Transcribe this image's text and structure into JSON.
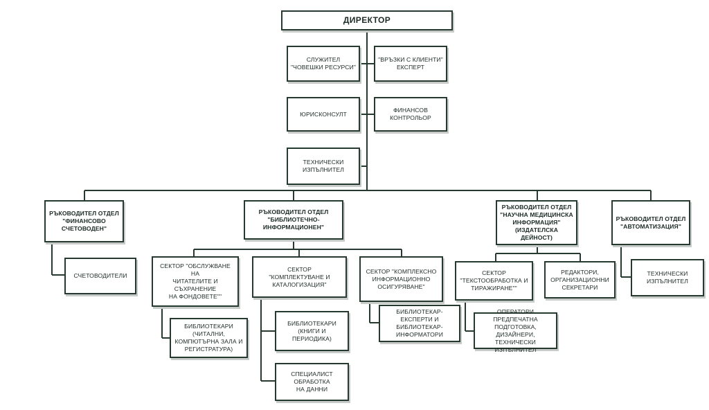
{
  "director": "ДИРЕКТОР",
  "staff": {
    "hr_officer": "СЛУЖИТЕЛ\n\"ЧОВЕШКИ РЕСУРСИ\"",
    "client_relations": "\"ВРЪЗКИ С КЛИЕНТИ\"\nЕКСПЕРТ",
    "legal_counsel": "ЮРИСКОНСУЛТ",
    "financial_controller": "ФИНАНСОВ КОНТРОЛЬОР",
    "technical_executor": "ТЕХНИЧЕСКИ\nИЗПЪЛНИТЕЛ"
  },
  "departments": {
    "finance": {
      "head": "РЪКОВОДИТЕЛ  ОТДЕЛ\n\"ФИНАНСОВО\nСЧЕТОВОДЕН\"",
      "accountants": "СЧЕТОВОДИТЕЛИ"
    },
    "library": {
      "head": "РЪКОВОДИТЕЛ ОТДЕЛ\n\"БИБЛИОТЕЧНО-\nИНФОРМАЦИОНЕН\"",
      "sector_service": "СЕКТОР \"ОБСЛУЖВАНЕ НА\nЧИТАТЕЛИТЕ И СЪХРАНЕНИЕ\nНА ФОНДОВЕТЕ\"\"",
      "librarians_reading": "БИБЛИОТЕКАРИ\n(ЧИТАЛНИ,\nКОМПЮТЪРНА ЗАЛА И\nРЕГИСТРАТУРА)",
      "sector_acquisition": "СЕКТОР\n\"КОМПЛЕКТУВАНЕ И\nКАТАЛОГИЗАЦИЯ\"",
      "librarians_books": "БИБЛИОТЕКАРИ (КНИГИ И\nПЕРИОДИКА)",
      "data_specialist": "СПЕЦИАЛИСТ ОБРАБОТКА\nНА ДАННИ",
      "sector_info": "СЕКТОР \"КОМПЛЕКСНО\nИНФОРМАЦИОННО\nОСИГУРЯВАНЕ\"",
      "info_librarians": "БИБЛИОТЕКАР-ЕКСПЕРТИ И\nБИБЛИОТЕКАР-\nИНФОРМАТОРИ"
    },
    "publishing": {
      "head": "РЪКОВОДИТЕЛ ОТДЕЛ\n\"НАУЧНА МЕДИЦИНСКА\nИНФОРМАЦИЯ\"\n(ИЗДАТЕЛСКА ДЕЙНОСТ)",
      "sector_text": "СЕКТОР\n\"ТЕКСТООБРАБОТКА И\nТИРАЖИРАНЕ\"\"",
      "prepress_operators": "ОПЕРАТОРИ ПРЕДПЕЧАТНА\nПОДГОТОВКА, ДИЗАЙНЕРИ,\nТЕХНИЧЕСКИ ИЗПЪЛНИТЕЛ",
      "editors": "РЕДАКТОРИ,\nОРГАНИЗАЦИОННИ\nСЕКРЕТАРИ"
    },
    "automation": {
      "head": "РЪКОВОДИТЕЛ ОТДЕЛ\n\"АВТОМАТИЗАЦИЯ\"",
      "technical_executors": "ТЕХНИЧЕСКИ\nИЗПЪЛНИТЕЛ"
    }
  },
  "colors": {
    "line": "#25392f",
    "shadow": "#c7cbc9",
    "text": "#1c2a24"
  }
}
